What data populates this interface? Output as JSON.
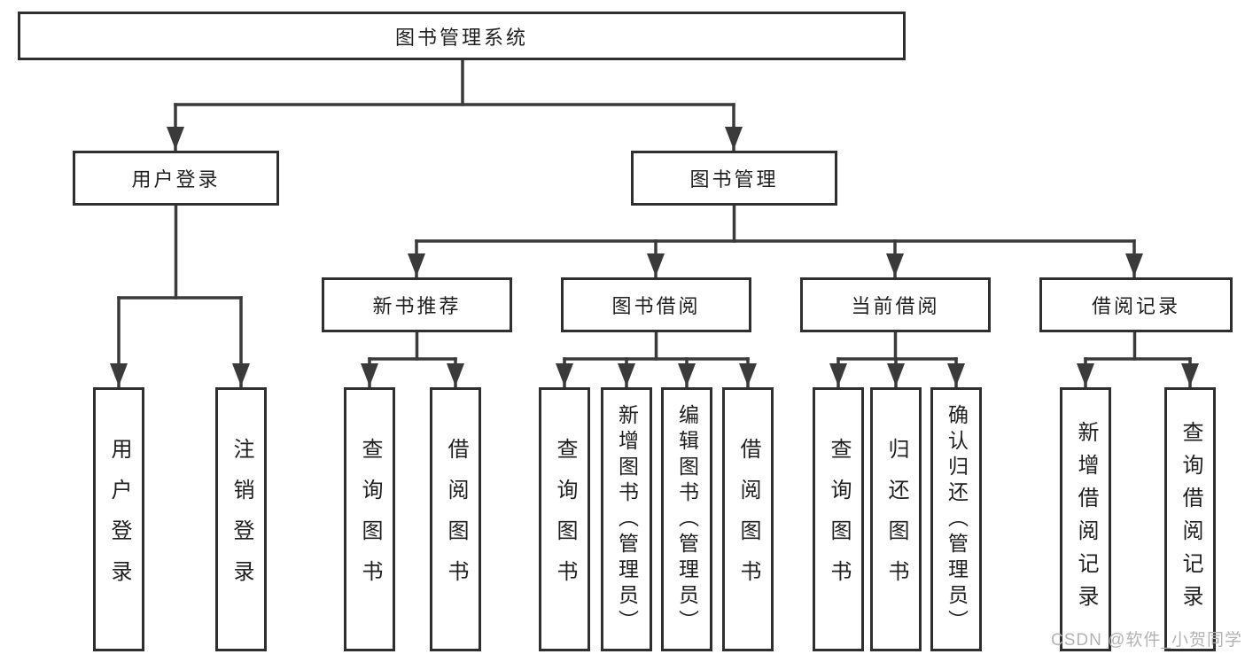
{
  "colors": {
    "background": "#ffffff",
    "line": "#3a3a3a",
    "border": "#2f2f2f",
    "text": "#1f1f1f",
    "watermark": "#b3b3b3"
  },
  "nodes": {
    "root": "图书管理系统",
    "user_login": "用户登录",
    "book_mgmt": "图书管理",
    "new_books": "新书推荐",
    "book_borrow": "图书借阅",
    "current_borrow": "当前借阅",
    "borrow_records": "借阅记录",
    "leaves": {
      "user_login": [
        "用户登录",
        "注销登录"
      ],
      "new_books": [
        "查询图书",
        "借阅图书"
      ],
      "book_borrow": [
        "查询图书",
        "新增图书（管理员）",
        "编辑图书（管理员）",
        "借阅图书"
      ],
      "current_borrow": [
        "查询图书",
        "归还图书",
        "确认归还（管理员）"
      ],
      "borrow_records": [
        "新增借阅记录",
        "查询借阅记录"
      ]
    }
  },
  "watermark": "CSDN @软件_小贺同学"
}
